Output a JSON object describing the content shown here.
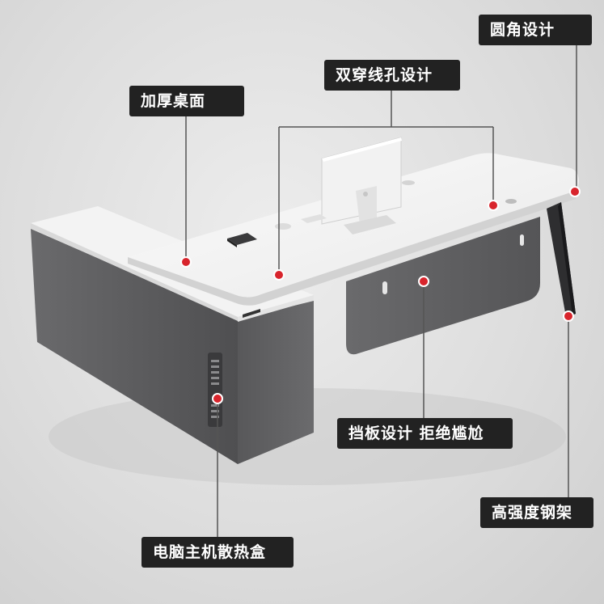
{
  "callouts": {
    "rounded_corner": "圆角设计",
    "cable_holes": "双穿线孔设计",
    "thick_top": "加厚桌面",
    "modesty_panel": "挡板设计 拒绝尴尬",
    "steel_frame": "高强度钢架",
    "pc_case": "电脑主机散热盒"
  },
  "colors": {
    "label_bg": "#222222",
    "label_text": "#ffffff",
    "marker": "#d8242c",
    "desk_top": "#f7f7f7",
    "cabinet": "#5d5d5f"
  }
}
